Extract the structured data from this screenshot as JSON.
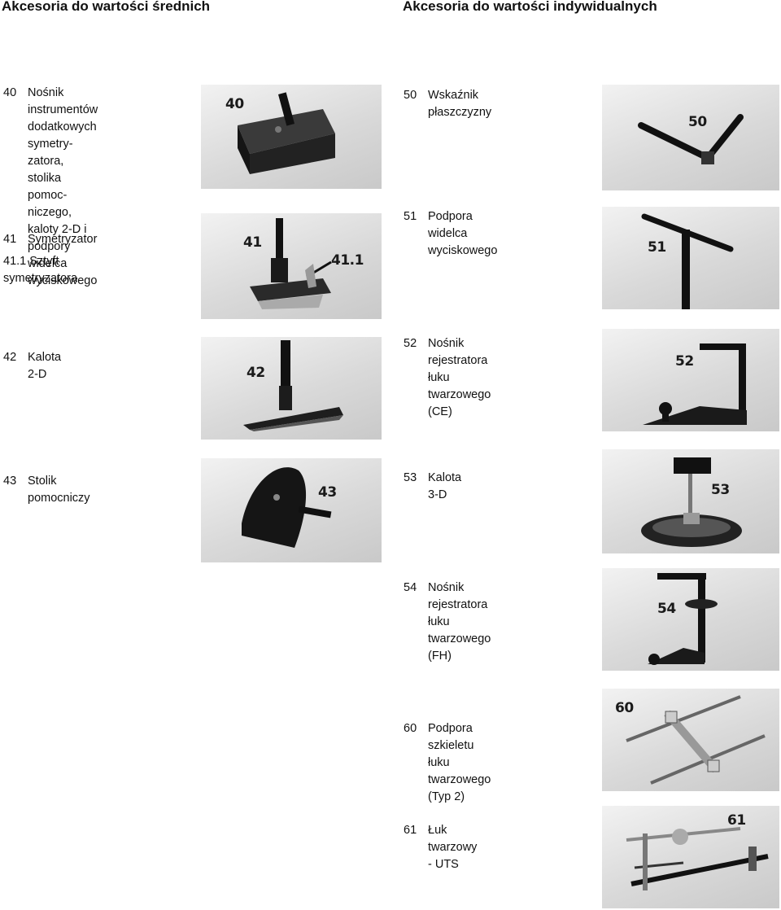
{
  "headings": {
    "left": "Akcesoria do wartości średnich",
    "right": "Akcesoria do wartości indywidualnych"
  },
  "left_items": [
    {
      "num": "40",
      "label": "Nośnik instrumentów\ndodatkowych symetry-\nzatora, stolika pomoc-\nniczego,\nkaloty 2-D i podpory\nwidelca wyciskowego"
    },
    {
      "num": "41",
      "label": "Symetryzator"
    },
    {
      "num": "",
      "label": "41.1 Sztyft symetryzatora"
    },
    {
      "num": "42",
      "label": "Kalota 2-D"
    },
    {
      "num": "43",
      "label": "Stolik pomocniczy"
    }
  ],
  "right_items": [
    {
      "num": "50",
      "label": "Wskaźnik płaszczyzny"
    },
    {
      "num": "51",
      "label": "Podpora widelca\nwyciskowego"
    },
    {
      "num": "52",
      "label": "Nośnik rejestratora łuku\ntwarzowego (CE)"
    },
    {
      "num": "53",
      "label": "Kalota 3-D"
    },
    {
      "num": "54",
      "label": "Nośnik rejestratora łuku\ntwarzowego (FH)"
    },
    {
      "num": "60",
      "label": "Podpora szkieletu łuku\ntwarzowego (Typ 2)"
    },
    {
      "num": "61",
      "label": "Łuk twarzowy - UTS"
    }
  ],
  "photo_labels": {
    "p40": "40",
    "p41": "41",
    "p41_1": "41.1",
    "p42": "42",
    "p43": "43",
    "p50": "50",
    "p51": "51",
    "p52": "52",
    "p53": "53",
    "p54": "54",
    "p60": "60",
    "p61": "61"
  }
}
